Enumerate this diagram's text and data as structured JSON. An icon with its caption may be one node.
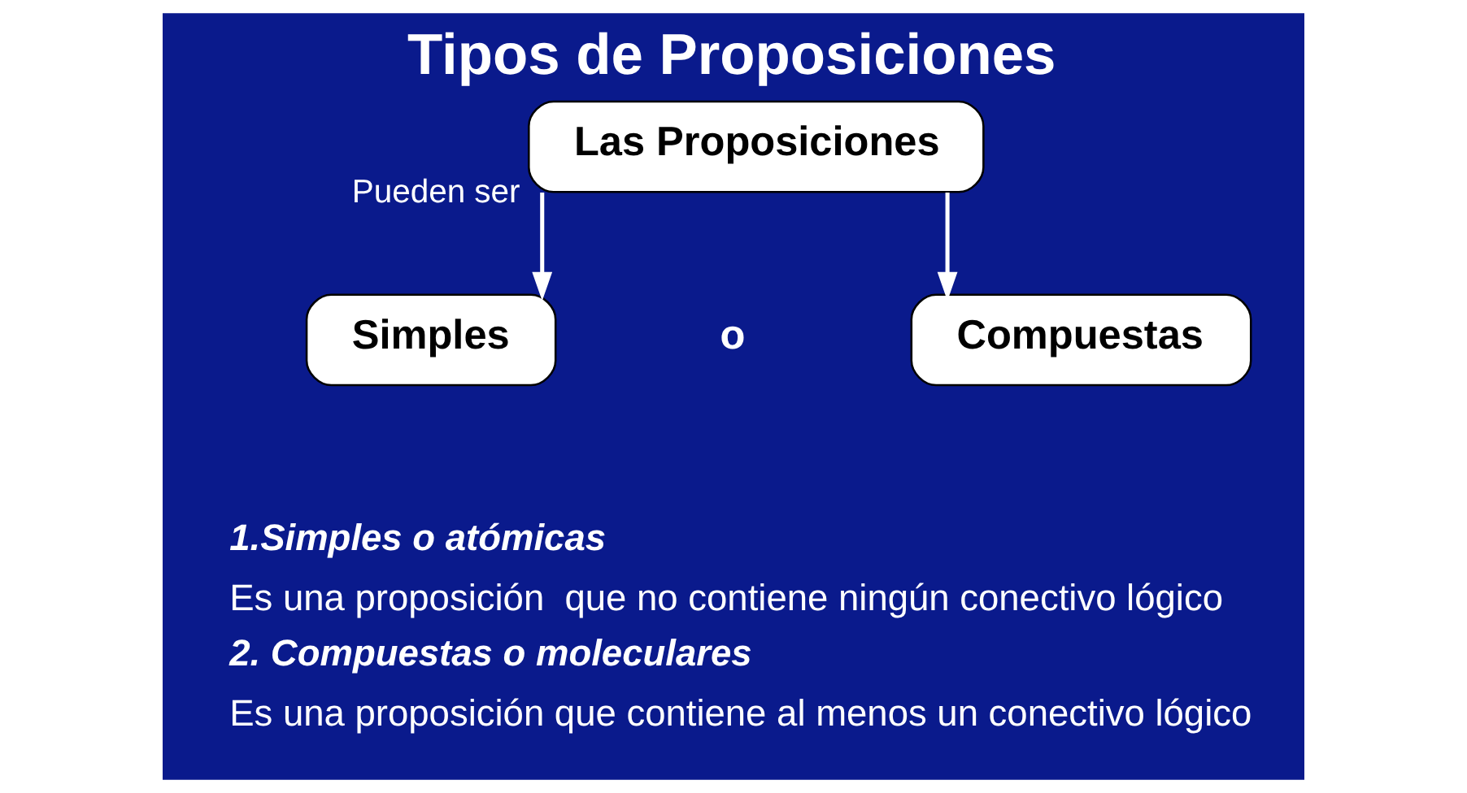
{
  "diagram": {
    "title": "Tipos de Proposiciones",
    "nodes": [
      {
        "text": [
          "Las Proposiciones"
        ]
      },
      {
        "text": [
          "Simples"
        ]
      },
      {
        "text": [
          "Compuestas"
        ]
      }
    ],
    "edges": [
      {
        "from": 0,
        "to": 1,
        "arrow": "to",
        "label": "Pueden ser"
      },
      {
        "from": 0,
        "to": 2,
        "arrow": "to"
      }
    ],
    "labels": [
      "o",
      "1.Simples o atómicas",
      "Es una proposición  que no contiene ningún conectivo lógico",
      "2. Compuestas o moleculares",
      "Es una proposición que contiene al menos un conectivo lógico"
    ]
  }
}
